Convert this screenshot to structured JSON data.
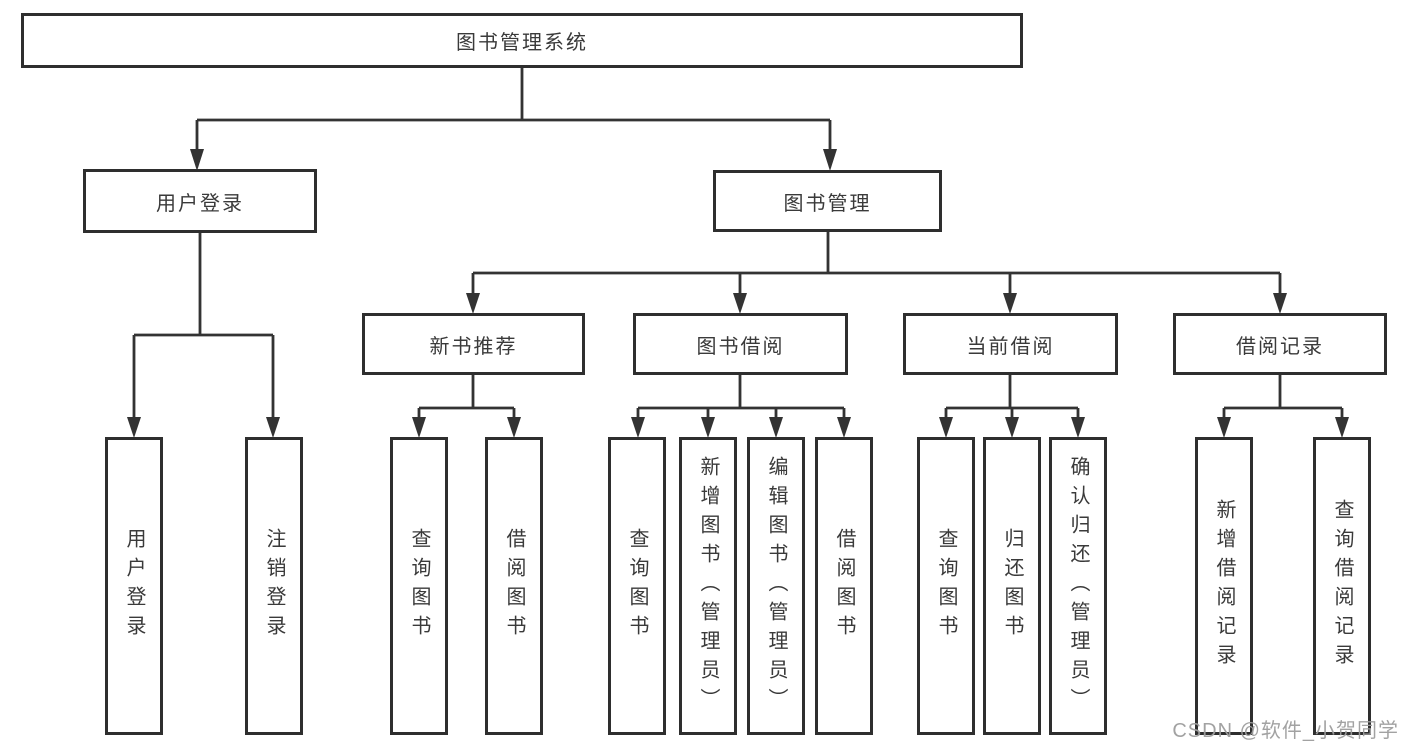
{
  "diagram": {
    "root": "图书管理系统",
    "level2": [
      "用户登录",
      "图书管理"
    ],
    "level3": [
      "新书推荐",
      "图书借阅",
      "当前借阅",
      "借阅记录"
    ],
    "user_login_children": [
      "用户登录",
      "注销登录"
    ],
    "new_book_children": [
      "查询图书",
      "借阅图书"
    ],
    "book_borrow_children": [
      "查询图书",
      "新增图书（管理员）",
      "编辑图书（管理员）",
      "借阅图书"
    ],
    "current_borrow_children": [
      "查询图书",
      "归还图书",
      "确认归还（管理员）"
    ],
    "borrow_record_children": [
      "新增借阅记录",
      "查询借阅记录"
    ]
  },
  "watermark": "CSDN @软件_小贺同学",
  "colors": {
    "background": "#ffffff",
    "line": "#333333",
    "box_border": "#2e2e2e",
    "text": "#3a3a3a",
    "watermark": "#9e9e9e"
  }
}
